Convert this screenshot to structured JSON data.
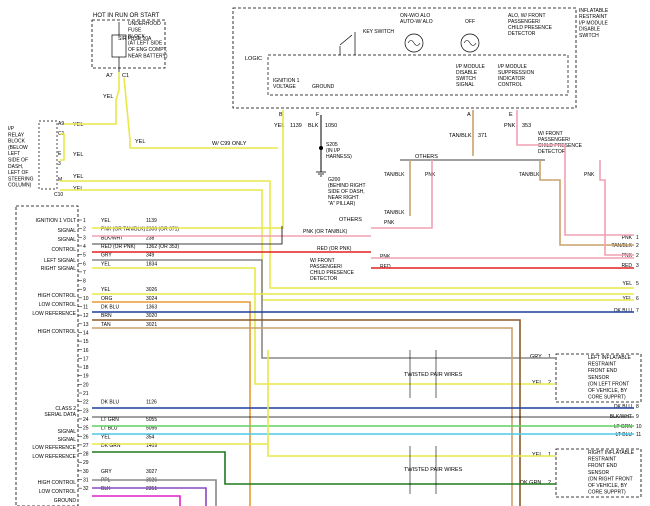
{
  "top": {
    "hot_label": "HOT IN RUN OR START",
    "fuse_label": "SIR FUSE 10A",
    "fuse_block_lines": [
      "UNDERHOOD",
      "FUSE",
      "BLOCK",
      "(AT LEFT SIDE",
      "OF ENG COMPT,",
      "NEAR BATTERY)"
    ],
    "a7": "A7",
    "c1": "C1",
    "yel": "YEL"
  },
  "module": {
    "title_lines": [
      "INFLATABLE",
      "RESTRAINT",
      "I/P MODULE",
      "DISABLE",
      "SWITCH"
    ],
    "key_switch": "KEY SWITCH",
    "on_off_lines": [
      "ON-W/O ALO",
      "AUTO-W/ ALO"
    ],
    "off": "OFF",
    "alo_lines": [
      "ALO, W/ FRONT",
      "PASSENGER/",
      "CHILD PRESENCE",
      "DETECTOR"
    ],
    "logic": "LOGIC",
    "ign_lines": [
      "IGNITION 1",
      "VOLTAGE"
    ],
    "ground": "GROUND",
    "ipmod_lines": [
      "I/P MODULE",
      "DISABLE",
      "SWITCH",
      "SIGNAL"
    ],
    "ipmod_supp_lines": [
      "I/P MODULE",
      "SUPPRESSION",
      "INDICATOR",
      "CONTROL"
    ],
    "pins": [
      "B",
      "F",
      "A",
      "E"
    ]
  },
  "wires_top": {
    "yel_1139": "1139",
    "blk_1050": "1050",
    "tanblk_371": "371",
    "pnk_353": "353",
    "yel": "YEL",
    "blk": "BLK",
    "tanblk": "TAN/BLK",
    "pnk": "PNK"
  },
  "splice": {
    "s205_lines": [
      "S205",
      "(IN I/P",
      "HARNESS)"
    ],
    "g200_lines": [
      "G200",
      "(BEHIND RIGHT",
      "SIDE OF DASH,",
      "NEAR RIGHT",
      "\"A\" PILLAR)"
    ],
    "wc99": "W/ C99 ONLY"
  },
  "relay": {
    "lines": [
      "I/P",
      "RELAY",
      "BLOCK",
      "(BELOW",
      "LEFT",
      "SIDE OF",
      "DASH,",
      "LEFT OF",
      "STEERING",
      "COLUMN)"
    ],
    "pins": [
      "A9",
      "C1",
      "E",
      "3",
      "M"
    ],
    "c10": "C10",
    "yel": "YEL"
  },
  "others": {
    "others": "OTHERS",
    "wfront_lines": [
      "W/ FRONT",
      "PASSENGER/",
      "CHILD PRESENCE",
      "DETECTOR"
    ],
    "tanblk": "TAN/BLK",
    "pnk": "PNK",
    "others2": "OTHERS",
    "wfront2_lines": [
      "W/ FRONT",
      "PASSENGER/",
      "CHILD PRESENCE",
      "DETECTOR"
    ]
  },
  "left_box": {
    "labels": [
      "IGNITION 1 VOLT",
      "SIGNAL",
      "SIGNAL",
      "CONTROL",
      "LEFT SIGNAL",
      "RIGHT SIGNAL",
      "HIGH CONTROL",
      "LOW CONTROL",
      "LOW REFERENCE",
      "HIGH CONTROL",
      "CLASS 2",
      "SERIAL DATA",
      "SIGNAL",
      "SIGNAL",
      "LOW REFERENCE",
      "LOW REFERENCE",
      "HIGH CONTROL",
      "LOW CONTROL",
      "GROUND"
    ]
  },
  "rows": [
    {
      "pin": "1",
      "color": "YEL",
      "circuit": "1139",
      "stroke": "#e8e84a"
    },
    {
      "pin": "2",
      "color": "PNK (OR TAN/BLK)",
      "circuit": "2306 (OR 371)",
      "stroke": "#f2a0b4"
    },
    {
      "pin": "3",
      "color": "BLK/WHT",
      "circuit": "238",
      "stroke": "#000000"
    },
    {
      "pin": "4",
      "color": "RED (OR PNK)",
      "circuit": "1362 (OR 353)",
      "stroke": "#e02020"
    },
    {
      "pin": "5",
      "color": "GRY",
      "circuit": "349",
      "stroke": "#888888"
    },
    {
      "pin": "6",
      "color": "YEL",
      "circuit": "1834",
      "stroke": "#e8e84a"
    },
    {
      "pin": "7",
      "color": "",
      "circuit": "",
      "stroke": ""
    },
    {
      "pin": "8",
      "color": "",
      "circuit": "",
      "stroke": ""
    },
    {
      "pin": "9",
      "color": "YEL",
      "circuit": "3026",
      "stroke": "#e8e84a"
    },
    {
      "pin": "10",
      "color": "ORG",
      "circuit": "3024",
      "stroke": "#e89a30"
    },
    {
      "pin": "11",
      "color": "DK BLU",
      "circuit": "1363",
      "stroke": "#1c3f9e"
    },
    {
      "pin": "12",
      "color": "BRN",
      "circuit": "3020",
      "stroke": "#8a5a2b"
    },
    {
      "pin": "13",
      "color": "TAN",
      "circuit": "3021",
      "stroke": "#c9a26a"
    },
    {
      "pin": "14",
      "color": "",
      "circuit": "",
      "stroke": ""
    },
    {
      "pin": "15",
      "color": "",
      "circuit": "",
      "stroke": ""
    },
    {
      "pin": "16",
      "color": "",
      "circuit": "",
      "stroke": ""
    },
    {
      "pin": "17",
      "color": "",
      "circuit": "",
      "stroke": ""
    },
    {
      "pin": "18",
      "color": "",
      "circuit": "",
      "stroke": ""
    },
    {
      "pin": "19",
      "color": "",
      "circuit": "",
      "stroke": ""
    },
    {
      "pin": "20",
      "color": "",
      "circuit": "",
      "stroke": ""
    },
    {
      "pin": "21",
      "color": "",
      "circuit": "",
      "stroke": ""
    },
    {
      "pin": "22",
      "color": "DK BLU",
      "circuit": "1126",
      "stroke": "#1c3f9e"
    },
    {
      "pin": "23",
      "color": "",
      "circuit": "",
      "stroke": ""
    },
    {
      "pin": "24",
      "color": "LT GRN",
      "circuit": "5055",
      "stroke": "#60d060"
    },
    {
      "pin": "25",
      "color": "LT BLU",
      "circuit": "5056",
      "stroke": "#4cc8e8"
    },
    {
      "pin": "26",
      "color": "YEL",
      "circuit": "354",
      "stroke": "#e8e84a"
    },
    {
      "pin": "27",
      "color": "DK GRN",
      "circuit": "1409",
      "stroke": "#1f7a1f"
    },
    {
      "pin": "28",
      "color": "",
      "circuit": "",
      "stroke": ""
    },
    {
      "pin": "29",
      "color": "",
      "circuit": "",
      "stroke": ""
    },
    {
      "pin": "30",
      "color": "GRY",
      "circuit": "3027",
      "stroke": "#888888"
    },
    {
      "pin": "31",
      "color": "PPL",
      "circuit": "3026",
      "stroke": "#8a48c0"
    },
    {
      "pin": "32",
      "color": "BLK",
      "circuit": "2351",
      "stroke": "#e020c8"
    }
  ],
  "right_labels": [
    {
      "text": "PNK",
      "num": "1"
    },
    {
      "text": "TAN/BLK",
      "num": "2"
    },
    {
      "text": "PNK",
      "num": "2"
    },
    {
      "text": "RED",
      "num": "3"
    },
    {
      "text": "YEL",
      "num": "5"
    },
    {
      "text": "YEL",
      "num": "6"
    },
    {
      "text": "DK BLU",
      "num": "7"
    },
    {
      "text": "DK BLU",
      "num": "8"
    },
    {
      "text": "BLK/WHT",
      "num": "9"
    },
    {
      "text": "LT GRN",
      "num": "10"
    },
    {
      "text": "LT BLU",
      "num": "11"
    }
  ],
  "mid_labels": {
    "wfront_lines": [
      "W/ FRONT",
      "PASSENGER/",
      "CHILD PRESENCE",
      "DETECTOR"
    ],
    "pnk": "PNK",
    "red": "RED",
    "red_or_pnk": "RED (OR PNK)",
    "pnk_or_tanblk": "PNK (OR TAN/BLK)",
    "twisted1": "TWISTED PAIR WIRES",
    "twisted2": "TWISTED PAIR WIRES"
  },
  "sensors": {
    "left_lines": [
      "LEFT INFLATABLE",
      "RESTRAINT",
      "FRONT END",
      "SENSOR",
      "(ON LEFT FRONT",
      "OF VEHICLE, BY",
      "CORE SUPPRT)"
    ],
    "right_lines": [
      "RIGHT INFLATABLE",
      "RESTRAINT",
      "FRONT END",
      "SENSOR",
      "(ON RIGHT FRONT",
      "OF VEHICLE, BY",
      "CORE SUPPRT)"
    ],
    "left_gry": "GRY",
    "left_yel": "YEL",
    "right_yel": "YEL",
    "right_dkgrn": "DK GRN",
    "pin1": "1",
    "pin2": "2"
  }
}
